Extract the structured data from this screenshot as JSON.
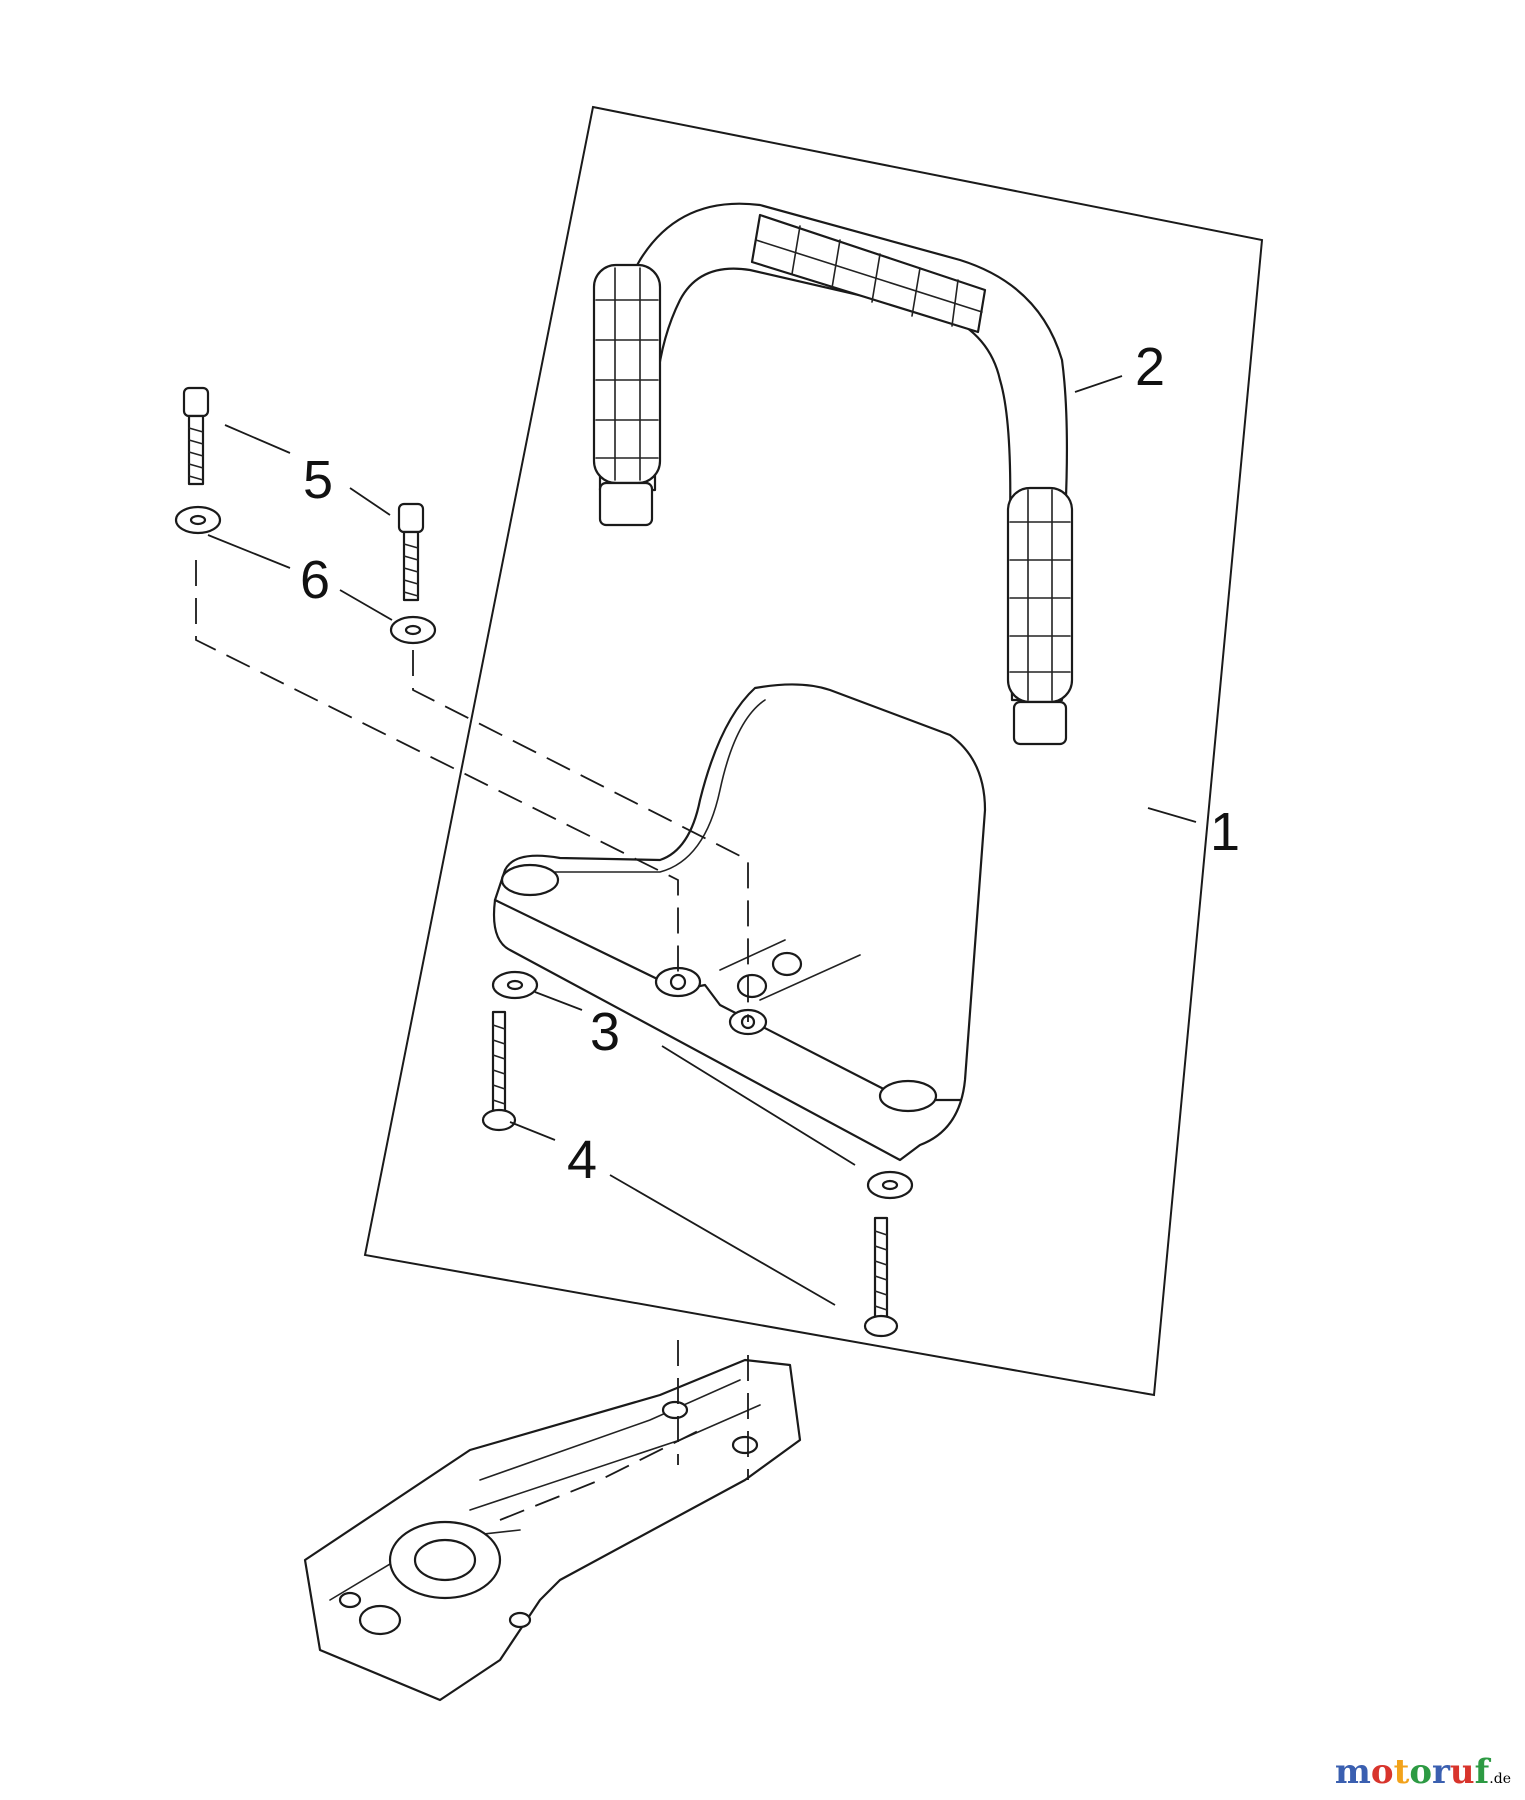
{
  "callouts": [
    {
      "id": "1",
      "label": "1"
    },
    {
      "id": "2",
      "label": "2"
    },
    {
      "id": "3",
      "label": "3"
    },
    {
      "id": "4",
      "label": "4"
    },
    {
      "id": "5",
      "label": "5"
    },
    {
      "id": "6",
      "label": "6"
    }
  ],
  "watermark": {
    "text": "motoruf",
    "suffix": ".de",
    "colors": [
      "#3a5fb0",
      "#d8342c",
      "#f2a21b",
      "#2d9a43",
      "#3a5fb0",
      "#d8342c",
      "#2d9a43"
    ]
  }
}
